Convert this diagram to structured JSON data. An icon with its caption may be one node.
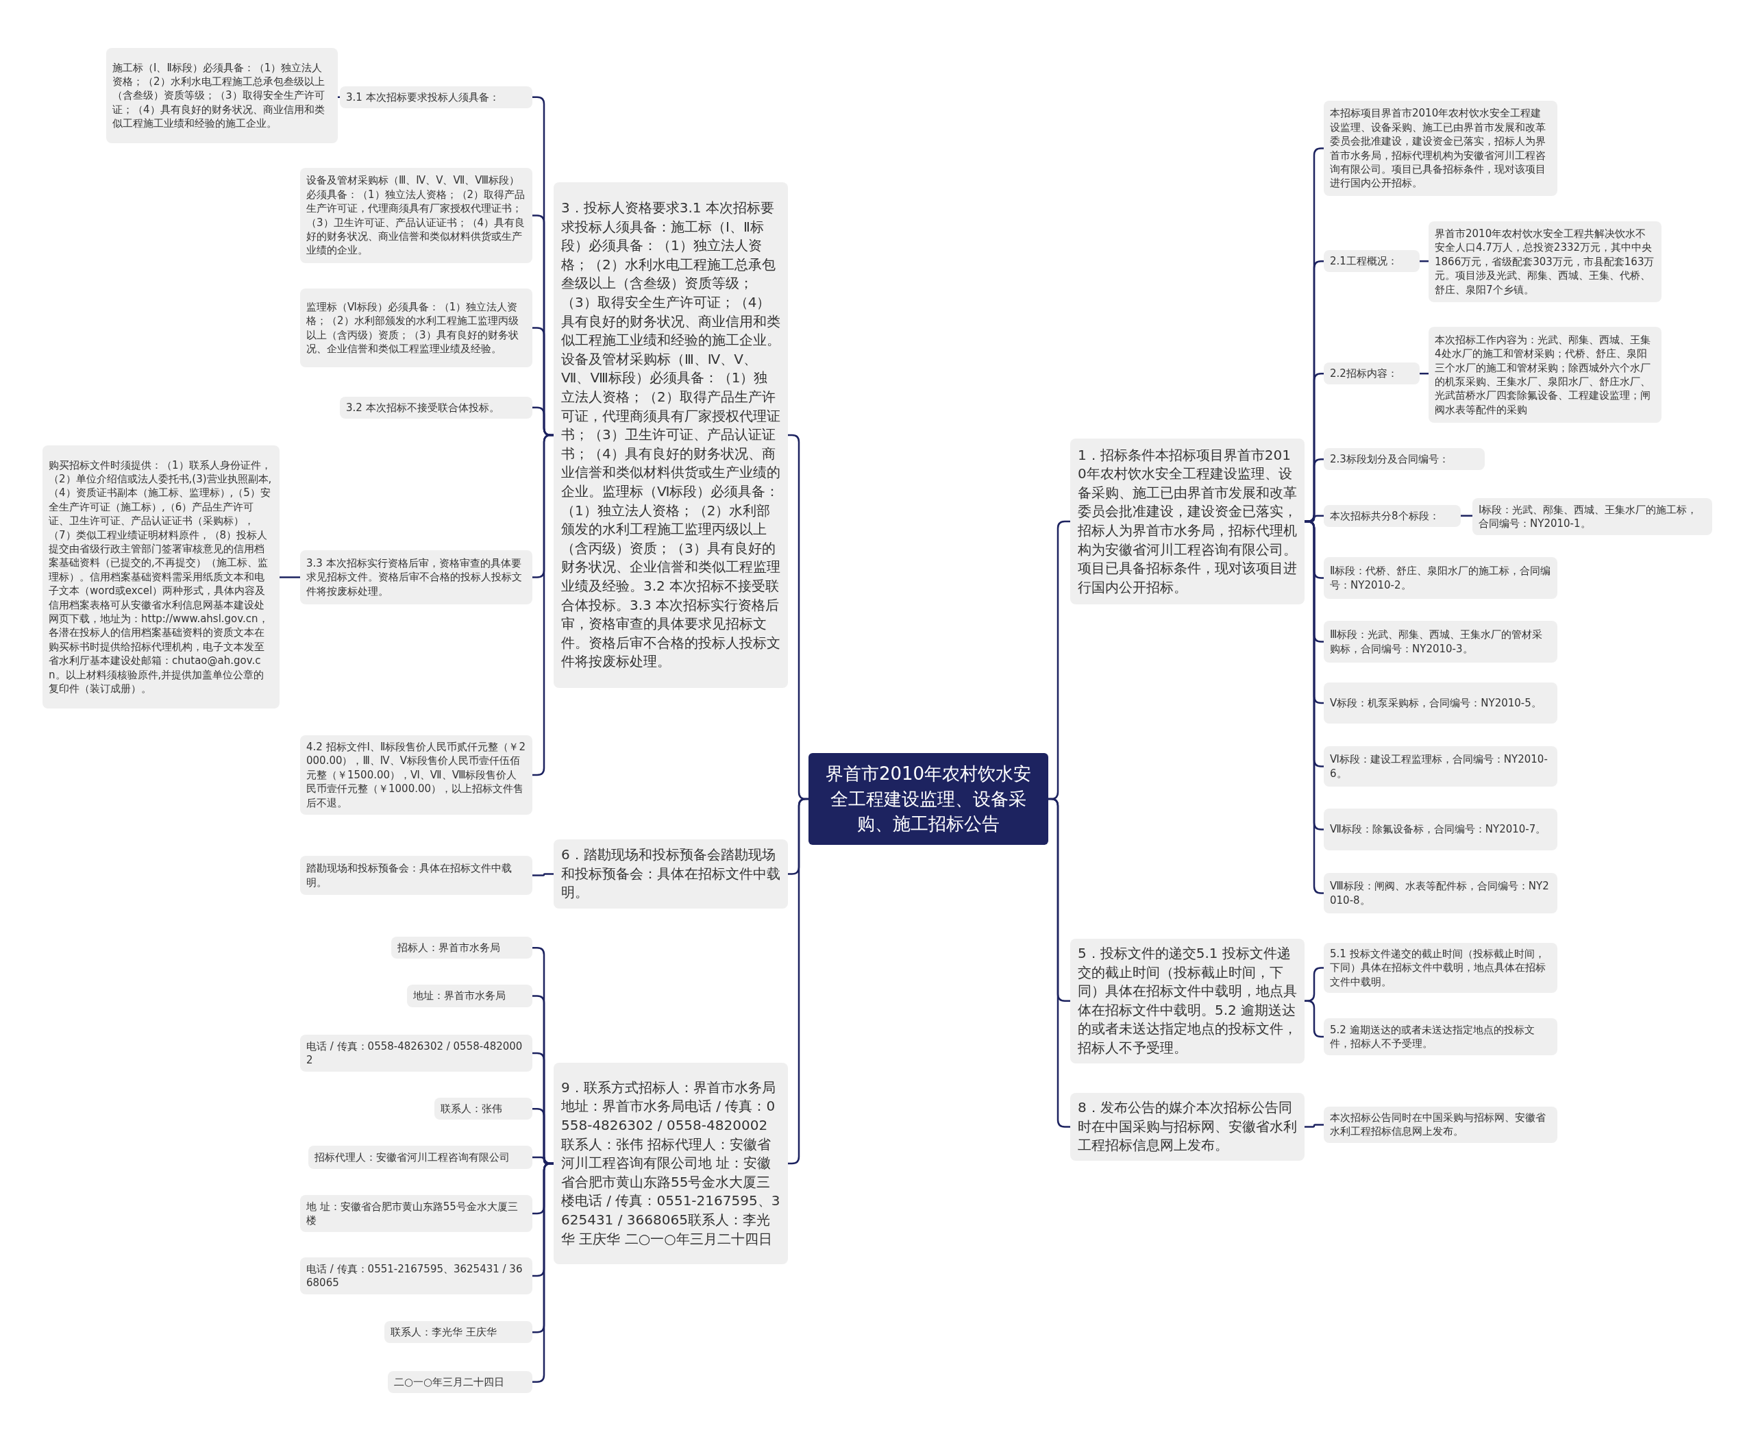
{
  "diagram": {
    "nodes": [
      {
        "text": [
          "界首市2010年农村饮水安全工程建设监理、设备采购、施工招标公告"
        ]
      },
      {
        "text": [
          "3．投标人资格要求3.1 本次招标要求投标人须具备：施工标（Ⅰ、Ⅱ标段）必须具备：（1）独立法人资格；（2）水利水电工程施工总承包叁级以上（含叁级）资质等级；（3）取得安全生产许可证；（4）具有良好的财务状况、商业信用和类似工程施工业绩和经验的施工企业。设备及管材采购标（Ⅲ、Ⅳ、Ⅴ、Ⅶ、Ⅷ标段）必须具备：（1）独立法人资格；（2）取得产品生产许可证，代理商须具有厂家授权代理证书；（3）卫生许可证、产品认证证书；（4）具有良好的财务状况、商业信誉和类似材料供货或生产业绩的企业。监理标（Ⅵ标段）必须具备：（1）独立法人资格；（2）水利部颁发的水利工程施工监理丙级以上（含丙级）资质；（3）具有良好的财务状况、企业信誉和类似工程监理业绩及经验。3.2 本次招标不接受联合体投标。3.3 本次招标实行资格后审，资格审查的具体要求见招标文件。资格后审不合格的投标人投标文件将按废标处理。"
        ]
      },
      {
        "text": [
          "3.1 本次招标要求投标人须具备："
        ]
      },
      {
        "text": [
          "施工标（Ⅰ、Ⅱ标段）必须具备：（1）独立法人资格；（2）水利水电工程施工总承包叁级以上（含叁级）资质等级；（3）取得安全生产许可证；（4）具有良好的财务状况、商业信用和类似工程施工业绩和经验的施工企业。"
        ]
      },
      {
        "text": [
          "设备及管材采购标（Ⅲ、Ⅳ、Ⅴ、Ⅶ、Ⅷ标段）必须具备：（1）独立法人资格；（2）取得产品生产许可证，代理商须具有厂家授权代理证书；（3）卫生许可证、产品认证证书；（4）具有良好的财务状况、商业信誉和类似材料供货或生产业绩的企业。"
        ]
      },
      {
        "text": [
          "监理标（Ⅵ标段）必须具备：（1）独立法人资格；（2）水利部颁发的水利工程施工监理丙级以上（含丙级）资质；（3）具有良好的财务状况、企业信誉和类似工程监理业绩及经验。"
        ]
      },
      {
        "text": [
          "3.2 本次招标不接受联合体投标。"
        ]
      },
      {
        "text": [
          "3.3 本次招标实行资格后审，资格审查的具体要求见招标文件。资格后审不合格的投标人投标文件将按废标处理。"
        ]
      },
      {
        "text": [
          "购买招标文件时须提供：（1）联系人身份证件，（2）单位介绍信或法人委托书,(3)营业执照副本,（4）资质证书副本（施工标、监理标）,（5）安全生产许可证（施工标）,（6）产品生产许可证、卫生许可证、产品认证证书（采购标），（7）类似工程业绩证明材料原件，（8）投标人提交由省级行政主管部门签署审核意见的信用档案基础资料（已提交的,不再提交）（施工标、监理标）。信用档案基础资料需采用纸质文本和电子文本（word或excel）两种形式，具体内容及信用档案表格可从安徽省水利信息网基本建设处网页下载，地址为：http://www.ahsl.gov.cn，各潜在投标人的信用档案基础资料的资质文本在购买标书时提供给招标代理机构，电子文本发至省水利厅基本建设处邮箱：chutao@ah.gov.cn。以上材料须核验原件,并提供加盖单位公章的复印件（装订成册）。"
        ]
      },
      {
        "text": [
          "4.2 招标文件Ⅰ、Ⅱ标段售价人民币贰仟元整（￥2000.00），Ⅲ、Ⅳ、Ⅴ标段售价人民币壹仟伍佰元整（￥1500.00），Ⅵ、Ⅶ、Ⅷ标段售价人民币壹仟元整（￥1000.00），以上招标文件售后不退。"
        ]
      },
      {
        "text": [
          "6．踏勘现场和投标预备会踏勘现场和投标预备会：具体在招标文件中载明。"
        ]
      },
      {
        "text": [
          "踏勘现场和投标预备会：具体在招标文件中载明。"
        ]
      },
      {
        "text": [
          "9．联系方式招标人：界首市水务局地址：界首市水务局电话 / 传真：0558-4826302 / 0558-4820002联系人：张伟 招标代理人：安徽省河川工程咨询有限公司地 址：安徽省合肥市黄山东路55号金水大厦三楼电话 / 传真：0551-2167595、3625431 / 3668065联系人：李光华 王庆华 二○一○年三月二十四日"
        ]
      },
      {
        "text": [
          "招标人：界首市水务局"
        ]
      },
      {
        "text": [
          "地址：界首市水务局"
        ]
      },
      {
        "text": [
          "电话 / 传真：0558-4826302 / 0558-4820002"
        ]
      },
      {
        "text": [
          "联系人：张伟"
        ]
      },
      {
        "text": [
          "招标代理人：安徽省河川工程咨询有限公司"
        ]
      },
      {
        "text": [
          "地 址：安徽省合肥市黄山东路55号金水大厦三楼"
        ]
      },
      {
        "text": [
          "电话 / 传真：0551-2167595、3625431 / 3668065"
        ]
      },
      {
        "text": [
          "联系人：李光华 王庆华"
        ]
      },
      {
        "text": [
          "二○一○年三月二十四日"
        ]
      },
      {
        "text": [
          "1．招标条件本招标项目界首市2010年农村饮水安全工程建设监理、设备采购、施工已由界首市发展和改革委员会批准建设，建设资金已落实，招标人为界首市水务局，招标代理机构为安徽省河川工程咨询有限公司。项目已具备招标条件，现对该项目进行国内公开招标。"
        ]
      },
      {
        "text": [
          "本招标项目界首市2010年农村饮水安全工程建设监理、设备采购、施工已由界首市发展和改革委员会批准建设，建设资金已落实，招标人为界首市水务局，招标代理机构为安徽省河川工程咨询有限公司。项目已具备招标条件，现对该项目进行国内公开招标。"
        ]
      },
      {
        "text": [
          "2.1工程概况："
        ]
      },
      {
        "text": [
          "界首市2010年农村饮水安全工程共解决饮水不安全人口4.7万人，总投资2332万元，其中中央1866万元，省级配套303万元，市县配套163万元。项目涉及光武、邴集、西城、王集、代桥、舒庄、泉阳7个乡镇。"
        ]
      },
      {
        "text": [
          "2.2招标内容："
        ]
      },
      {
        "text": [
          "本次招标工作内容为：光武、邴集、西城、王集4处水厂的施工和管材采购；代桥、舒庄、泉阳三个水厂的施工和管材采购；除西城外六个水厂的机泵采购、王集水厂、泉阳水厂、舒庄水厂、光武苗桥水厂四套除氟设备、工程建设监理；闸阀水表等配件的采购"
        ]
      },
      {
        "text": [
          "2.3标段划分及合同编号："
        ]
      },
      {
        "text": [
          "本次招标共分8个标段："
        ]
      },
      {
        "text": [
          "Ⅰ标段：光武、邴集、西城、王集水厂的施工标，合同编号：NY2010-1。"
        ]
      },
      {
        "text": [
          "Ⅱ标段：代桥、舒庄、泉阳水厂的施工标，合同编号：NY2010-2。"
        ]
      },
      {
        "text": [
          "Ⅲ标段：光武、邴集、西城、王集水厂的管材采购标，合同编号：NY2010-3。"
        ]
      },
      {
        "text": [
          "Ⅴ标段：机泵采购标，合同编号：NY2010-5。"
        ]
      },
      {
        "text": [
          "Ⅵ标段：建设工程监理标，合同编号：NY2010-6。"
        ]
      },
      {
        "text": [
          "Ⅶ标段：除氟设备标，合同编号：NY2010-7。"
        ]
      },
      {
        "text": [
          "Ⅷ标段：闸阀、水表等配件标，合同编号：NY2010-8。"
        ]
      },
      {
        "text": [
          "5．投标文件的递交5.1 投标文件递交的截止时间（投标截止时间，下同）具体在招标文件中载明，地点具体在招标文件中载明。5.2 逾期送达的或者未送达指定地点的投标文件，招标人不予受理。"
        ]
      },
      {
        "text": [
          "5.1 投标文件递交的截止时间（投标截止时间，下同）具体在招标文件中载明，地点具体在招标文件中载明。"
        ]
      },
      {
        "text": [
          "5.2 逾期送达的或者未送达指定地点的投标文件，招标人不予受理。"
        ]
      },
      {
        "text": [
          "8．发布公告的媒介本次招标公告同时在中国采购与招标网、安徽省水利工程招标信息网上发布。"
        ]
      },
      {
        "text": [
          "本次招标公告同时在中国采购与招标网、安徽省水利工程招标信息网上发布。"
        ]
      }
    ],
    "edges": [
      {
        "from": 0,
        "to": 1,
        "arrow": "none"
      },
      {
        "from": 1,
        "to": 2,
        "arrow": "none"
      },
      {
        "from": 2,
        "to": 3,
        "arrow": "none"
      },
      {
        "from": 1,
        "to": 4,
        "arrow": "none"
      },
      {
        "from": 1,
        "to": 5,
        "arrow": "none"
      },
      {
        "from": 1,
        "to": 6,
        "arrow": "none"
      },
      {
        "from": 1,
        "to": 7,
        "arrow": "none"
      },
      {
        "from": 7,
        "to": 8,
        "arrow": "none"
      },
      {
        "from": 1,
        "to": 9,
        "arrow": "none"
      },
      {
        "from": 0,
        "to": 10,
        "arrow": "none"
      },
      {
        "from": 10,
        "to": 11,
        "arrow": "none"
      },
      {
        "from": 0,
        "to": 12,
        "arrow": "none"
      },
      {
        "from": 12,
        "to": 13,
        "arrow": "none"
      },
      {
        "from": 12,
        "to": 14,
        "arrow": "none"
      },
      {
        "from": 12,
        "to": 15,
        "arrow": "none"
      },
      {
        "from": 12,
        "to": 16,
        "arrow": "none"
      },
      {
        "from": 12,
        "to": 17,
        "arrow": "none"
      },
      {
        "from": 12,
        "to": 18,
        "arrow": "none"
      },
      {
        "from": 12,
        "to": 19,
        "arrow": "none"
      },
      {
        "from": 12,
        "to": 20,
        "arrow": "none"
      },
      {
        "from": 12,
        "to": 21,
        "arrow": "none"
      },
      {
        "from": 0,
        "to": 22,
        "arrow": "none"
      },
      {
        "from": 22,
        "to": 23,
        "arrow": "none"
      },
      {
        "from": 22,
        "to": 24,
        "arrow": "none"
      },
      {
        "from": 24,
        "to": 25,
        "arrow": "none"
      },
      {
        "from": 22,
        "to": 26,
        "arrow": "none"
      },
      {
        "from": 26,
        "to": 27,
        "arrow": "none"
      },
      {
        "from": 22,
        "to": 28,
        "arrow": "none"
      },
      {
        "from": 22,
        "to": 29,
        "arrow": "none"
      },
      {
        "from": 29,
        "to": 30,
        "arrow": "none"
      },
      {
        "from": 22,
        "to": 31,
        "arrow": "none"
      },
      {
        "from": 22,
        "to": 32,
        "arrow": "none"
      },
      {
        "from": 22,
        "to": 33,
        "arrow": "none"
      },
      {
        "from": 22,
        "to": 34,
        "arrow": "none"
      },
      {
        "from": 22,
        "to": 35,
        "arrow": "none"
      },
      {
        "from": 22,
        "to": 36,
        "arrow": "none"
      },
      {
        "from": 0,
        "to": 37,
        "arrow": "none"
      },
      {
        "from": 37,
        "to": 38,
        "arrow": "none"
      },
      {
        "from": 37,
        "to": 39,
        "arrow": "none"
      },
      {
        "from": 0,
        "to": 40,
        "arrow": "none"
      },
      {
        "from": 40,
        "to": 41,
        "arrow": "none"
      }
    ]
  }
}
